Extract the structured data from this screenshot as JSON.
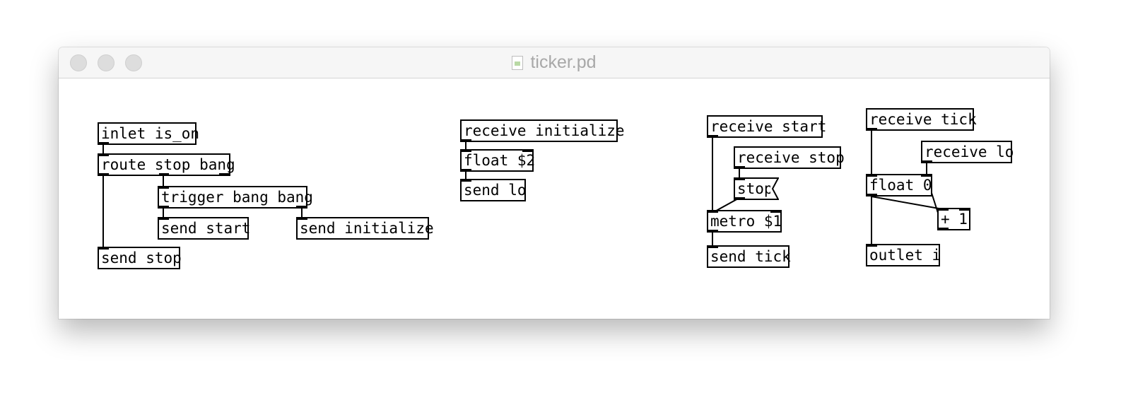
{
  "window": {
    "title": "ticker.pd",
    "buttons": {
      "close": "close",
      "minimize": "minimize",
      "zoom": "zoom"
    },
    "title_icon": "pd-file-icon"
  },
  "objects": {
    "inlet_is_on": "inlet is_on",
    "route_stop_bang": "route stop bang",
    "trigger_bang_bang": "trigger bang bang",
    "send_start": "send start",
    "send_initialize": "send initialize",
    "send_stop": "send stop",
    "receive_initialize": "receive initialize",
    "float_2": "float $2",
    "send_lo": "send lo",
    "receive_start": "receive start",
    "receive_stop": "receive stop",
    "stop_msg": "stop",
    "metro_1": "metro $1",
    "send_tick": "send tick",
    "receive_tick": "receive tick",
    "receive_lo": "receive lo",
    "float_0": "float 0",
    "plus_1": "+ 1",
    "outlet_i": "outlet i"
  }
}
